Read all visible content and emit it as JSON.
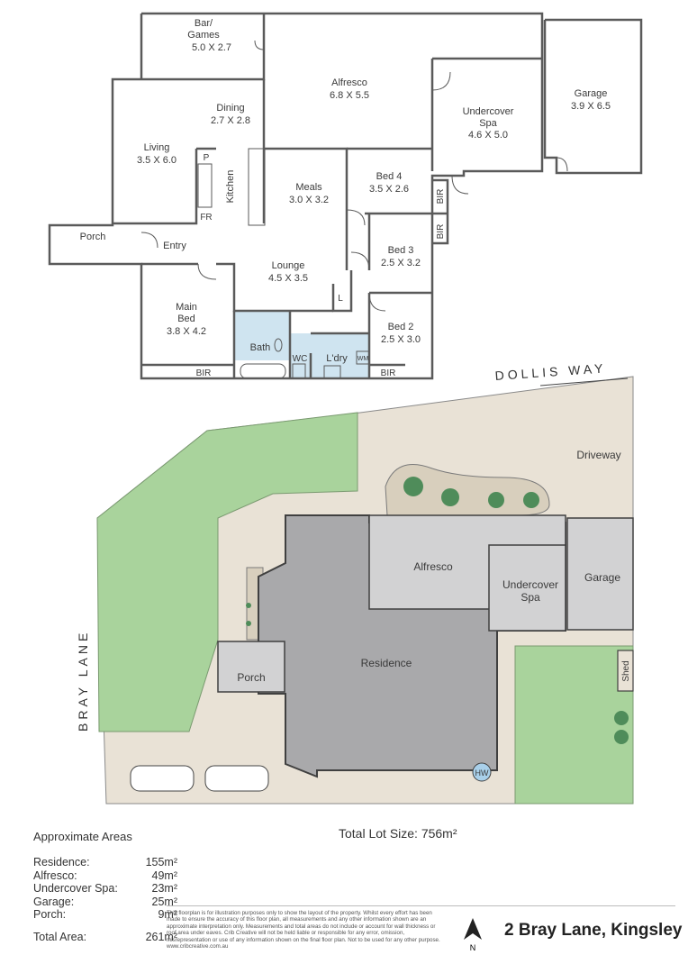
{
  "floorplan": {
    "rooms": {
      "bar": {
        "name": "Bar/",
        "name2": "Games",
        "dim": "5.0 X 2.7"
      },
      "alfresco": {
        "name": "Alfresco",
        "dim": "6.8 X 5.5"
      },
      "garage": {
        "name": "Garage",
        "dim": "3.9 X 6.5"
      },
      "spa": {
        "name": "Undercover",
        "name2": "Spa",
        "dim": "4.6 X 5.0"
      },
      "dining": {
        "name": "Dining",
        "dim": "2.7 X 2.8"
      },
      "living": {
        "name": "Living",
        "dim": "3.5 X 6.0"
      },
      "meals": {
        "name": "Meals",
        "dim": "3.0 X 3.2"
      },
      "bed4": {
        "name": "Bed 4",
        "dim": "3.5 X 2.6"
      },
      "bed3": {
        "name": "Bed 3",
        "dim": "2.5 X 3.2"
      },
      "bed2": {
        "name": "Bed 2",
        "dim": "2.5 X 3.0"
      },
      "lounge": {
        "name": "Lounge",
        "dim": "4.5 X 3.5"
      },
      "main_bed": {
        "name": "Main",
        "name2": "Bed",
        "dim": "3.8 X 4.2"
      }
    },
    "labels": {
      "porch": "Porch",
      "entry": "Entry",
      "kitchen": "Kitchen",
      "p": "P",
      "fr": "FR",
      "l": "L",
      "bath": "Bath",
      "wc": "WC",
      "laundry": "L'dry",
      "wm": "WM",
      "bir": "BIR"
    }
  },
  "siteplan": {
    "street_top": "DOLLIS WAY",
    "street_left": "BRAY LANE",
    "driveway": "Driveway",
    "alfresco": "Alfresco",
    "spa1": "Undercover",
    "spa2": "Spa",
    "garage": "Garage",
    "residence": "Residence",
    "porch": "Porch",
    "shed": "Shed",
    "hw": "HW"
  },
  "areas": {
    "title": "Approximate Areas",
    "rows": [
      {
        "label": "Residence:",
        "value": "155m²"
      },
      {
        "label": "Alfresco:",
        "value": "49m²"
      },
      {
        "label": "Undercover Spa:",
        "value": "23m²"
      },
      {
        "label": "Garage:",
        "value": "25m²"
      },
      {
        "label": "Porch:",
        "value": "9m²"
      }
    ],
    "total_label": "Total Area:",
    "total_value": "261m²"
  },
  "lot_size": "Total Lot Size: 756m²",
  "disclaimer": "This floorplan is for illustration purposes only to show the layout of the property. Whilst every effort has been made to ensure the accuracy of this floor plan, all measurements and any other information shown are an approximate interpretation only. Measurements and total areas do not include or account for wall thickness or roof area under eaves. Crib Creative will not be held liable or responsible for any error, omission, misrepresentation or use of any information shown on the final floor plan. Not to be used for any other purpose.",
  "website": "www.cribcreative.com.au",
  "address": "2 Bray Lane, Kingsley",
  "north": "N",
  "colors": {
    "lawn": "#a9d39c",
    "paving": "#e9e2d6",
    "roof": "#a9a9ab",
    "roof_light": "#d2d2d3",
    "wall": "#5a5a5a",
    "tile": "#cfe4f0"
  }
}
